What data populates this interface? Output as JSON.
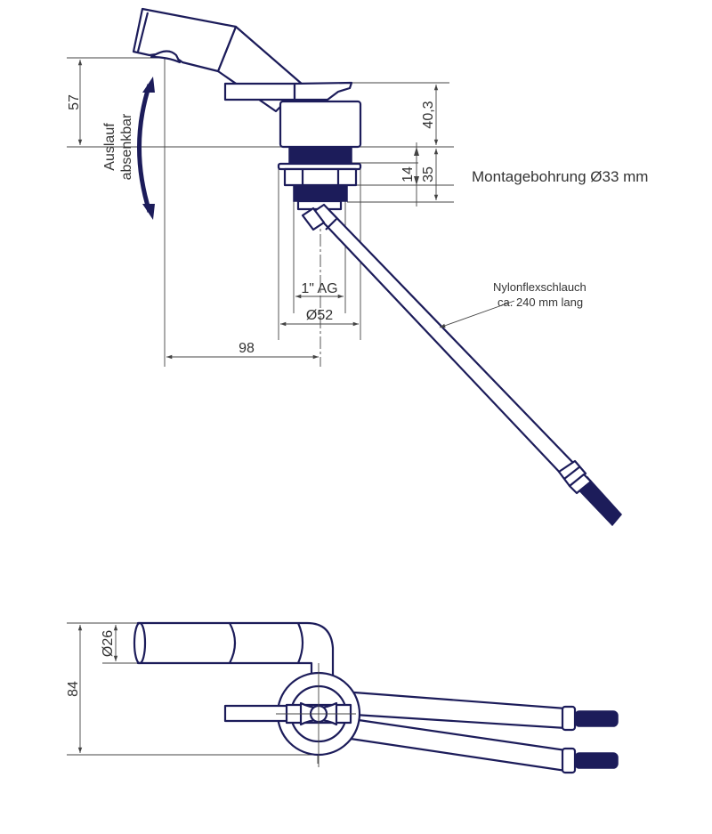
{
  "side_view": {
    "dim_spout_height": "57",
    "label_adjustable_spout": [
      "Auslauf",
      "absenkbar"
    ],
    "dim_body_height": "40,3",
    "dim_thread_length": "35",
    "dim_nut_height": "14",
    "mounting_hole": "Montagebohrung Ø33 mm",
    "dim_thread": "1\" AG",
    "dim_body_diameter": "Ø52",
    "dim_reach": "98",
    "hose_label": [
      "Nylonflexschlauch",
      "ca. 240 mm lang"
    ]
  },
  "top_view": {
    "dim_spout_diameter": "Ø26",
    "dim_width": "84"
  },
  "colors": {
    "line": "#1c1c5a",
    "dimension": "#444444"
  }
}
